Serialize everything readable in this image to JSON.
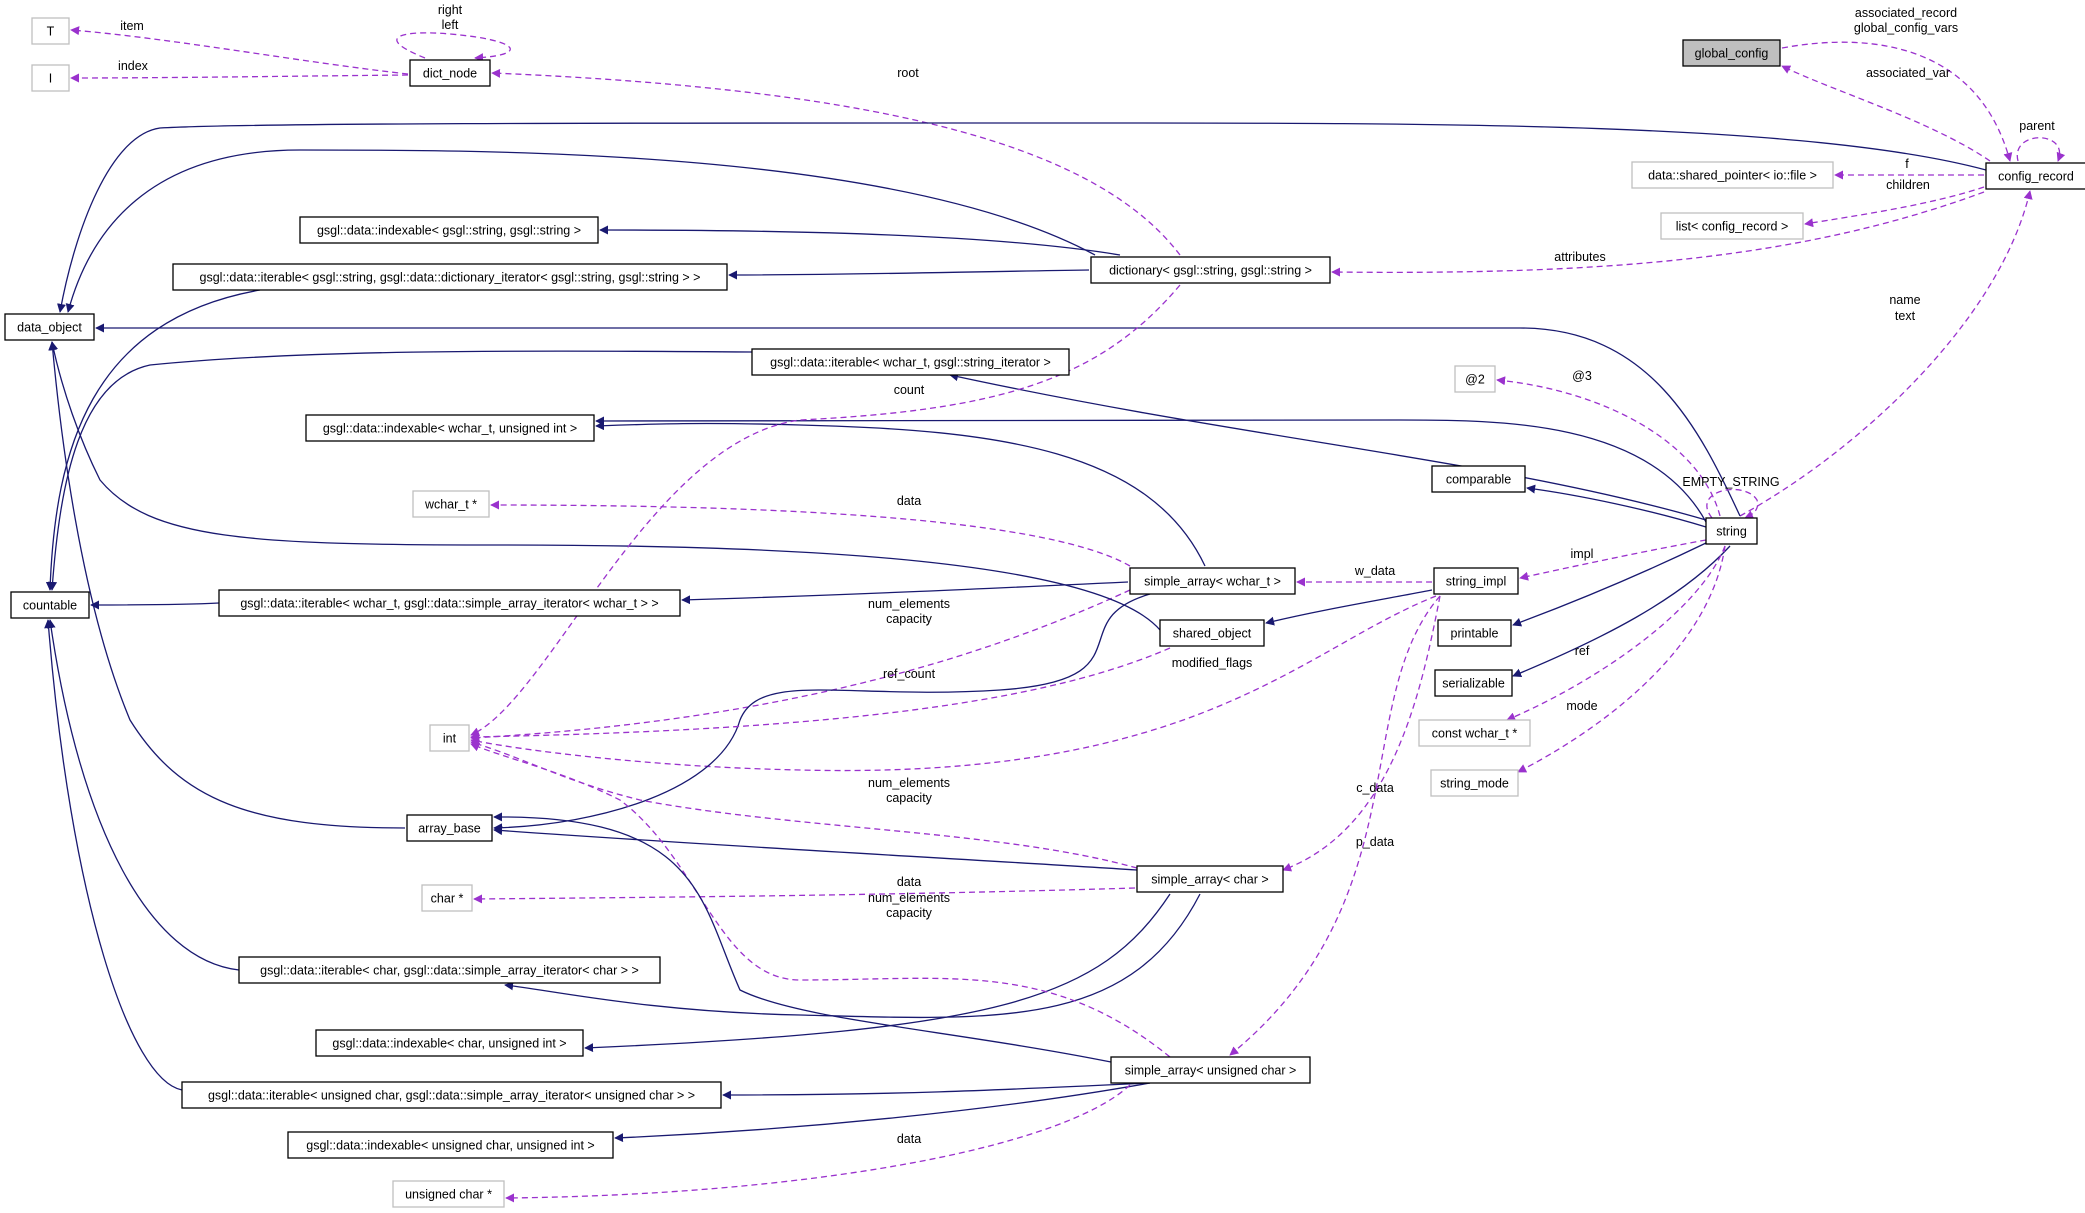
{
  "colors": {
    "inherit": "#191970",
    "usage": "#9a32cd",
    "node_border": "#000000",
    "external_border": "#bfbfbf",
    "focus_fill": "#bfbfbf"
  },
  "nodes": [
    {
      "id": "T",
      "label": "T",
      "kind": "external"
    },
    {
      "id": "I",
      "label": "I",
      "kind": "external"
    },
    {
      "id": "dict_node",
      "label": "dict_node",
      "kind": "class"
    },
    {
      "id": "global_config",
      "label": "global_config",
      "kind": "focus"
    },
    {
      "id": "config_record",
      "label": "config_record",
      "kind": "class"
    },
    {
      "id": "shared_pointer_file",
      "label": "data::shared_pointer< io::file >",
      "kind": "external"
    },
    {
      "id": "list_config_record",
      "label": "list< config_record >",
      "kind": "external"
    },
    {
      "id": "indexable_string_string",
      "label": "gsgl::data::indexable< gsgl::string, gsgl::string >",
      "kind": "class"
    },
    {
      "id": "iterable_string_dict",
      "label": "gsgl::data::iterable< gsgl::string, gsgl::data::dictionary_iterator< gsgl::string, gsgl::string > >",
      "kind": "class"
    },
    {
      "id": "dictionary",
      "label": "dictionary< gsgl::string, gsgl::string >",
      "kind": "class"
    },
    {
      "id": "data_object",
      "label": "data_object",
      "kind": "class"
    },
    {
      "id": "iterable_wchar_string",
      "label": "gsgl::data::iterable< wchar_t, gsgl::string_iterator >",
      "kind": "class"
    },
    {
      "id": "at2",
      "label": "@2",
      "kind": "external"
    },
    {
      "id": "indexable_wchar_uint",
      "label": "gsgl::data::indexable< wchar_t, unsigned int >",
      "kind": "class"
    },
    {
      "id": "comparable",
      "label": "comparable",
      "kind": "class"
    },
    {
      "id": "wchar_ptr",
      "label": "wchar_t *",
      "kind": "external"
    },
    {
      "id": "string",
      "label": "string",
      "kind": "class"
    },
    {
      "id": "countable",
      "label": "countable",
      "kind": "class"
    },
    {
      "id": "iterable_wchar_simple",
      "label": "gsgl::data::iterable< wchar_t, gsgl::data::simple_array_iterator< wchar_t > >",
      "kind": "class"
    },
    {
      "id": "simple_array_wchar",
      "label": "simple_array< wchar_t >",
      "kind": "class"
    },
    {
      "id": "string_impl",
      "label": "string_impl",
      "kind": "class"
    },
    {
      "id": "printable",
      "label": "printable",
      "kind": "class"
    },
    {
      "id": "shared_object",
      "label": "shared_object",
      "kind": "class"
    },
    {
      "id": "serializable",
      "label": "serializable",
      "kind": "class"
    },
    {
      "id": "int",
      "label": "int",
      "kind": "external"
    },
    {
      "id": "const_wchar_ptr",
      "label": "const wchar_t *",
      "kind": "external"
    },
    {
      "id": "string_mode",
      "label": "string_mode",
      "kind": "external"
    },
    {
      "id": "array_base",
      "label": "array_base",
      "kind": "class"
    },
    {
      "id": "simple_array_char",
      "label": "simple_array< char >",
      "kind": "class"
    },
    {
      "id": "char_ptr",
      "label": "char *",
      "kind": "external"
    },
    {
      "id": "iterable_char_simple",
      "label": "gsgl::data::iterable< char, gsgl::data::simple_array_iterator< char > >",
      "kind": "class"
    },
    {
      "id": "indexable_char_uint",
      "label": "gsgl::data::indexable< char, unsigned int >",
      "kind": "class"
    },
    {
      "id": "simple_array_uchar",
      "label": "simple_array< unsigned char >",
      "kind": "class"
    },
    {
      "id": "iterable_uchar_simple",
      "label": "gsgl::data::iterable< unsigned char, gsgl::data::simple_array_iterator< unsigned char > >",
      "kind": "class"
    },
    {
      "id": "indexable_uchar_uint",
      "label": "gsgl::data::indexable< unsigned char, unsigned int >",
      "kind": "class"
    },
    {
      "id": "uchar_ptr",
      "label": "unsigned char *",
      "kind": "external"
    }
  ],
  "edges": [
    {
      "id": "e-dict-T",
      "type": "usage",
      "from": "dict_node",
      "to": "T",
      "label": "item"
    },
    {
      "id": "e-dict-I",
      "type": "usage",
      "from": "dict_node",
      "to": "I",
      "label": "index"
    },
    {
      "id": "e-dict-self",
      "type": "usage",
      "from": "dict_node",
      "to": "dict_node",
      "label": "right\nleft"
    },
    {
      "id": "e-dictionary-dictnode",
      "type": "usage",
      "from": "dictionary",
      "to": "dict_node",
      "label": "root"
    },
    {
      "id": "e-gc-cr",
      "type": "usage",
      "from": "global_config",
      "to": "config_record",
      "label": "associated_record\nglobal_config_vars"
    },
    {
      "id": "e-cr-gc",
      "type": "usage",
      "from": "config_record",
      "to": "global_config",
      "label": "associated_var"
    },
    {
      "id": "e-cr-self",
      "type": "usage",
      "from": "config_record",
      "to": "config_record",
      "label": "parent"
    },
    {
      "id": "e-cr-spf",
      "type": "usage",
      "from": "config_record",
      "to": "shared_pointer_file",
      "label": "f"
    },
    {
      "id": "e-cr-list",
      "type": "usage",
      "from": "config_record",
      "to": "list_config_record",
      "label": "children"
    },
    {
      "id": "e-cr-dictionary",
      "type": "usage",
      "from": "config_record",
      "to": "dictionary",
      "label": "attributes"
    },
    {
      "id": "e-string-cr",
      "type": "usage",
      "from": "string",
      "to": "config_record",
      "label": "name\ntext"
    },
    {
      "id": "e-cr-dataobj",
      "type": "inherit",
      "from": "config_record",
      "to": "data_object",
      "label": ""
    },
    {
      "id": "e-dictionary-dataobj",
      "type": "inherit",
      "from": "dictionary",
      "to": "data_object",
      "label": ""
    },
    {
      "id": "e-dictionary-idx",
      "type": "inherit",
      "from": "dictionary",
      "to": "indexable_string_string",
      "label": ""
    },
    {
      "id": "e-dictionary-iter",
      "type": "inherit",
      "from": "dictionary",
      "to": "iterable_string_dict",
      "label": ""
    },
    {
      "id": "e-iterdict-countable",
      "type": "inherit",
      "from": "iterable_string_dict",
      "to": "countable",
      "label": ""
    },
    {
      "id": "e-string-dataobj",
      "type": "inherit",
      "from": "string",
      "to": "data_object",
      "label": ""
    },
    {
      "id": "e-string-iterwchar",
      "type": "inherit",
      "from": "string",
      "to": "iterable_wchar_string",
      "label": ""
    },
    {
      "id": "e-iterwchar-countable",
      "type": "inherit",
      "from": "iterable_wchar_string",
      "to": "countable",
      "label": ""
    },
    {
      "id": "e-string-idxwchar",
      "type": "inherit",
      "from": "string",
      "to": "indexable_wchar_uint",
      "label": ""
    },
    {
      "id": "e-string-comparable",
      "type": "inherit",
      "from": "string",
      "to": "comparable",
      "label": ""
    },
    {
      "id": "e-string-at2",
      "type": "usage",
      "from": "string",
      "to": "at2",
      "label": "@3"
    },
    {
      "id": "e-string-self",
      "type": "usage",
      "from": "string",
      "to": "string",
      "label": "EMPTY_STRING"
    },
    {
      "id": "e-string-impl",
      "type": "usage",
      "from": "string",
      "to": "string_impl",
      "label": "impl"
    },
    {
      "id": "e-string-printable",
      "type": "inherit",
      "from": "string",
      "to": "printable",
      "label": ""
    },
    {
      "id": "e-string-serializable",
      "type": "inherit",
      "from": "string",
      "to": "serializable",
      "label": ""
    },
    {
      "id": "e-string-constwchar",
      "type": "usage",
      "from": "string",
      "to": "const_wchar_ptr",
      "label": "ref"
    },
    {
      "id": "e-string-mode",
      "type": "usage",
      "from": "string",
      "to": "string_mode",
      "label": "mode"
    },
    {
      "id": "e-impl-sawchar",
      "type": "usage",
      "from": "string_impl",
      "to": "simple_array_wchar",
      "label": "w_data"
    },
    {
      "id": "e-impl-shared",
      "type": "inherit",
      "from": "string_impl",
      "to": "shared_object",
      "label": ""
    },
    {
      "id": "e-impl-sachar",
      "type": "usage",
      "from": "string_impl",
      "to": "simple_array_char",
      "label": "c_data"
    },
    {
      "id": "e-impl-sauchar",
      "type": "usage",
      "from": "string_impl",
      "to": "simple_array_uchar",
      "label": "p_data"
    },
    {
      "id": "e-impl-int",
      "type": "usage",
      "from": "string_impl",
      "to": "int",
      "label": "modified_flags"
    },
    {
      "id": "e-sawchar-wcharptr",
      "type": "usage",
      "from": "simple_array_wchar",
      "to": "wchar_ptr",
      "label": "data"
    },
    {
      "id": "e-sawchar-idx",
      "type": "inherit",
      "from": "simple_array_wchar",
      "to": "indexable_wchar_uint",
      "label": ""
    },
    {
      "id": "e-sawchar-iter",
      "type": "inherit",
      "from": "simple_array_wchar",
      "to": "iterable_wchar_simple",
      "label": ""
    },
    {
      "id": "e-itersimple-countable",
      "type": "inherit",
      "from": "iterable_wchar_simple",
      "to": "countable",
      "label": ""
    },
    {
      "id": "e-sawchar-int",
      "type": "usage",
      "from": "simple_array_wchar",
      "to": "int",
      "label": "num_elements\ncapacity"
    },
    {
      "id": "e-sawchar-arraybase",
      "type": "inherit",
      "from": "simple_array_wchar",
      "to": "array_base",
      "label": ""
    },
    {
      "id": "e-shared-dataobj",
      "type": "inherit",
      "from": "shared_object",
      "to": "data_object",
      "label": ""
    },
    {
      "id": "e-shared-int",
      "type": "usage",
      "from": "shared_object",
      "to": "int",
      "label": "ref_count"
    },
    {
      "id": "e-dictionary-int",
      "type": "usage",
      "from": "dictionary",
      "to": "int",
      "label": "count"
    },
    {
      "id": "e-arraybase-dataobj",
      "type": "inherit",
      "from": "array_base",
      "to": "data_object",
      "label": ""
    },
    {
      "id": "e-sachar-arraybase",
      "type": "inherit",
      "from": "simple_array_char",
      "to": "array_base",
      "label": ""
    },
    {
      "id": "e-sachar-int",
      "type": "usage",
      "from": "simple_array_char",
      "to": "int",
      "label": "num_elements\ncapacity"
    },
    {
      "id": "e-sachar-charptr",
      "type": "usage",
      "from": "simple_array_char",
      "to": "char_ptr",
      "label": "data"
    },
    {
      "id": "e-sachar-iter",
      "type": "inherit",
      "from": "simple_array_char",
      "to": "iterable_char_simple",
      "label": ""
    },
    {
      "id": "e-sachar-idx",
      "type": "inherit",
      "from": "simple_array_char",
      "to": "indexable_char_uint",
      "label": ""
    },
    {
      "id": "e-iterchar-countable",
      "type": "inherit",
      "from": "iterable_char_simple",
      "to": "countable",
      "label": ""
    },
    {
      "id": "e-sauchar-int",
      "type": "usage",
      "from": "simple_array_uchar",
      "to": "int",
      "label": "num_elements\ncapacity"
    },
    {
      "id": "e-sauchar-arraybase",
      "type": "inherit",
      "from": "simple_array_uchar",
      "to": "array_base",
      "label": ""
    },
    {
      "id": "e-sauchar-iter",
      "type": "inherit",
      "from": "simple_array_uchar",
      "to": "iterable_uchar_simple",
      "label": ""
    },
    {
      "id": "e-sauchar-idx",
      "type": "inherit",
      "from": "simple_array_uchar",
      "to": "indexable_uchar_uint",
      "label": ""
    },
    {
      "id": "e-iteruchar-countable",
      "type": "inherit",
      "from": "iterable_uchar_simple",
      "to": "countable",
      "label": ""
    },
    {
      "id": "e-sauchar-ucharptr",
      "type": "usage",
      "from": "simple_array_uchar",
      "to": "uchar_ptr",
      "label": "data"
    }
  ]
}
